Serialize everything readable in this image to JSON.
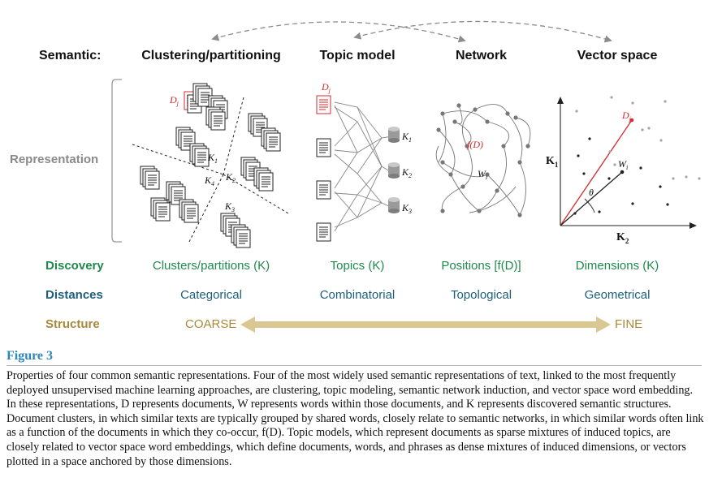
{
  "columns": {
    "semantic_label": "Semantic:",
    "clustering": "Clustering/partitioning",
    "topic": "Topic model",
    "network": "Network",
    "vector": "Vector space"
  },
  "rows": {
    "representation": "Representation",
    "discovery": {
      "label": "Discovery",
      "clustering": "Clusters/partitions (K)",
      "topic": "Topics (K)",
      "network": "Positions [f(D)]",
      "vector": "Dimensions (K)"
    },
    "distances": {
      "label": "Distances",
      "clustering": "Categorical",
      "topic": "Combinatorial",
      "network": "Topological",
      "vector": "Geometrical"
    },
    "structure": {
      "label": "Structure",
      "coarse": "COARSE",
      "fine": "FINE"
    }
  },
  "diagram_labels": {
    "dj": "D",
    "dj_sub": "j",
    "k1": "K",
    "k1_sub": "1",
    "k2": "K",
    "k2_sub": "2",
    "k3": "K",
    "k3_sub": "3",
    "k4": "K",
    "k4_sub": "4",
    "fd": "f(D)",
    "wi": "W",
    "wi_sub": "i",
    "theta": "θ"
  },
  "figure": {
    "title": "Figure 3",
    "caption": "Properties of four common semantic representations. Four of the most widely used semantic representations of text, linked to the most frequently deployed unsupervised machine learning approaches, are clustering, topic modeling, semantic network induction, and vector space word embedding. In these representations, D represents documents, W represents words within those documents, and K represents discovered semantic structures. Document clusters, in which similar texts are typically grouped by shared words, closely relate to semantic networks, in which similar words often link as a function of the documents in which they co-occur, f(D). Topic models, which represent documents as sparse mixtures of induced topics, are closely related to vector space word embeddings, which define documents, words, and phrases as dense mixtures of induced dimensions, or vectors plotted in a space anchored by those dimensions."
  },
  "colors": {
    "discovery": "#1e8a4c",
    "distances": "#1d5f7a",
    "structure": "#a8893a",
    "highlight": "#d6282b"
  }
}
